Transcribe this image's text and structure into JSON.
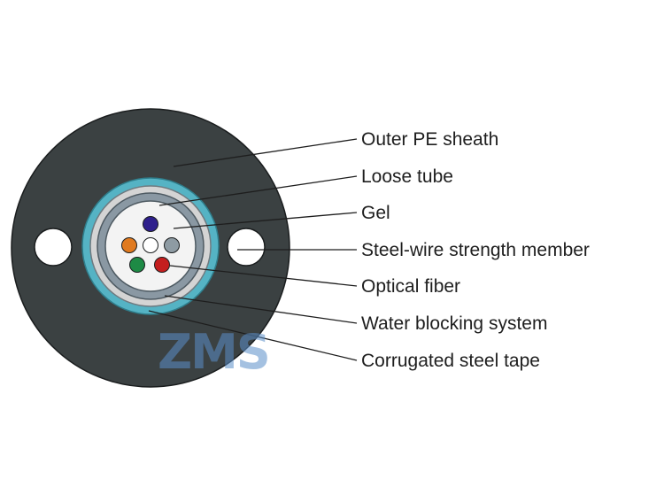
{
  "labels": [
    "Outer PE sheath",
    "Loose tube",
    "Gel",
    "Steel-wire strength member",
    "Optical fiber",
    "Water blocking system",
    "Corrugated steel tape"
  ],
  "watermark": "ZMS",
  "colors": {
    "sheath": "#3b4142",
    "sheath_outline": "#1a1d1e",
    "steel_tape": "#55b3c4",
    "water_blocking": "#d4d4d4",
    "loose_tube": "#8a98a3",
    "gel": "#f3f3f3",
    "fiber_blue": "#2e1f8c",
    "fiber_orange": "#e07a1f",
    "fiber_white": "#ffffff",
    "fiber_grey": "#8e9ba3",
    "fiber_green": "#1e8a45",
    "fiber_red": "#c41e1e",
    "strength_member": "#ffffff",
    "watermark": "#5b8fc9"
  }
}
